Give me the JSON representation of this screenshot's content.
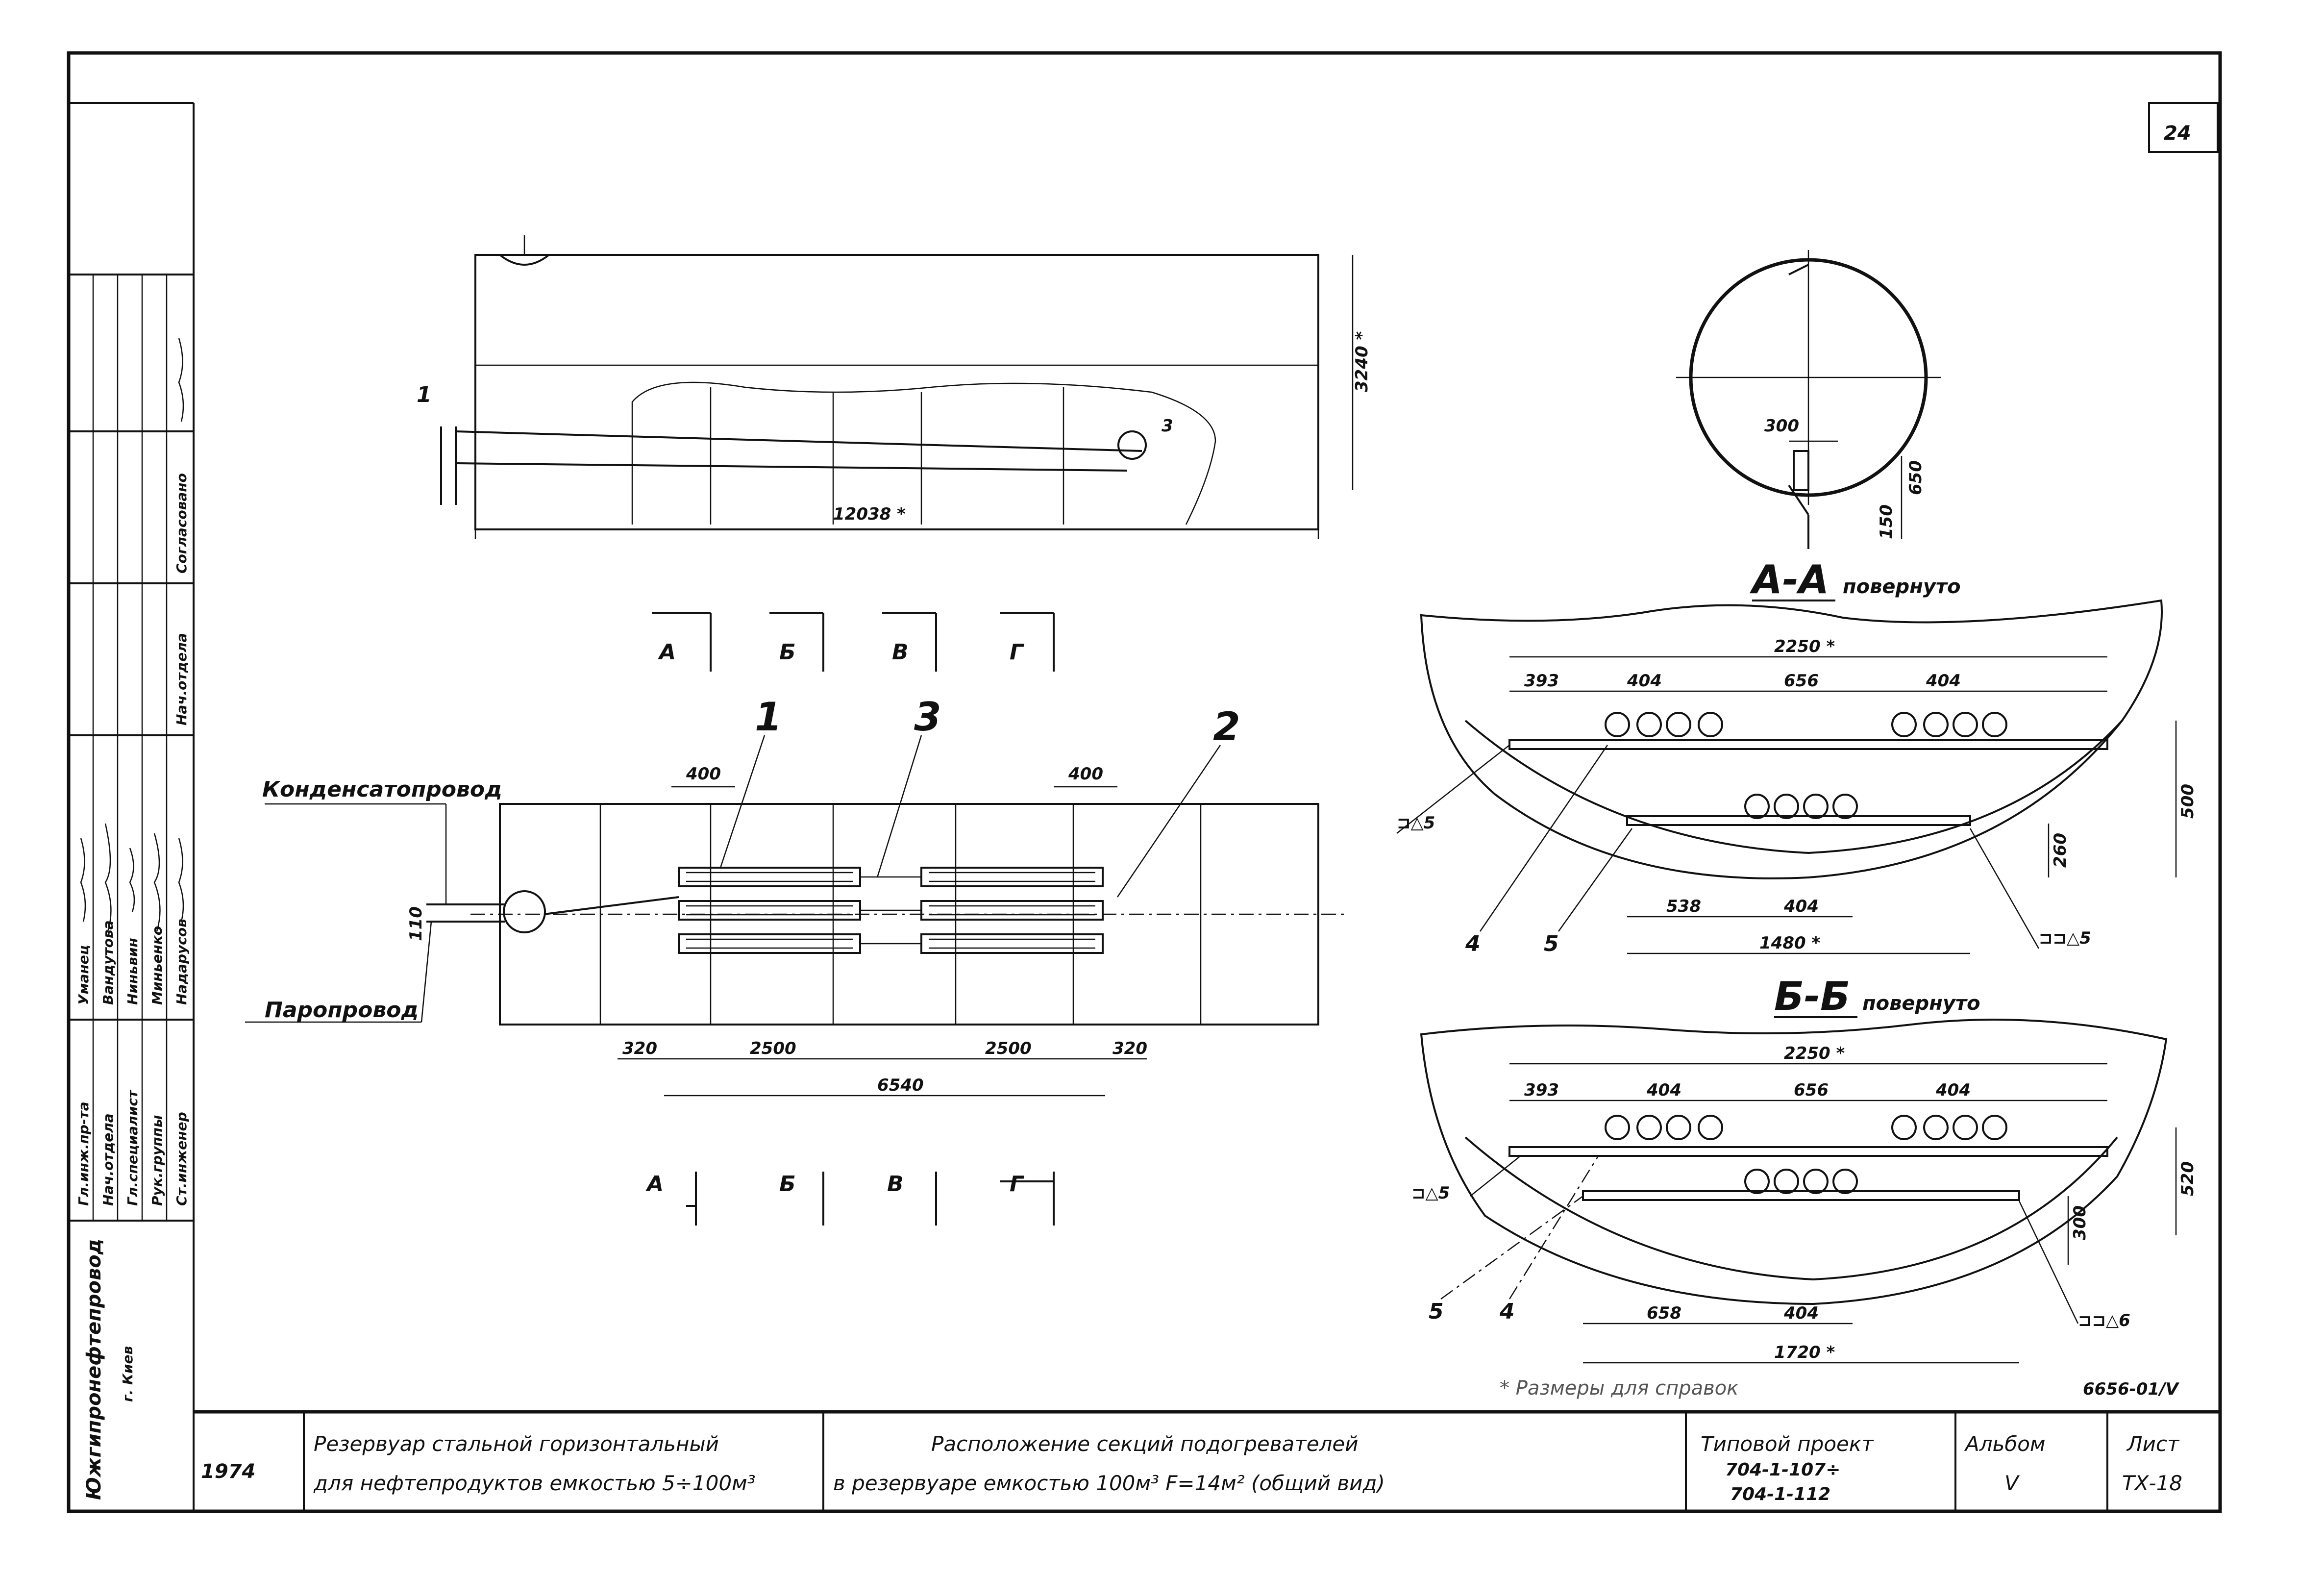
{
  "sheet": {
    "sheet_corner_number": "24",
    "footnote": "* Размеры для справок",
    "doc_code": "6656-01/Ⅴ"
  },
  "elevation_view": {
    "length_dim": "12038 *",
    "height_dim": "3240 *",
    "callout_1": "1",
    "callout_3": "3"
  },
  "plan_view": {
    "label_condensate": "Конденсатопровод",
    "label_steam": "Паропровод",
    "dim_110": "110",
    "dim_400_left": "400",
    "dim_400_right": "400",
    "dim_320_left": "320",
    "dim_2500_left": "2500",
    "dim_2500_right": "2500",
    "dim_320_right": "320",
    "dim_total": "6540",
    "callout_1": "1",
    "callout_2": "2",
    "callout_3": "3",
    "section_marks_top": [
      "А",
      "Б",
      "В",
      "Г"
    ],
    "section_marks_bottom": [
      "А",
      "Б",
      "В",
      "Г"
    ]
  },
  "circle_view": {
    "dim_300": "300",
    "dim_650": "650",
    "dim_150": "150"
  },
  "section_aa": {
    "title": "А-А",
    "subtitle": "повернуто",
    "dim_overall": "2250 *",
    "dim_393": "393",
    "dim_404a": "404",
    "dim_656": "656",
    "dim_404b": "404",
    "dim_500": "500",
    "dim_260": "260",
    "dim_538": "538",
    "dim_404c": "404",
    "dim_1480": "1480 *",
    "callout_4": "4",
    "callout_5": "5",
    "weld_left": "⊐△5",
    "weld_right": "⊐⊐△5"
  },
  "section_bb": {
    "title": "Б-Б",
    "subtitle": "повернуто",
    "dim_overall": "2250 *",
    "dim_393": "393",
    "dim_404a": "404",
    "dim_656": "656",
    "dim_404b": "404",
    "dim_520": "520",
    "dim_300": "300",
    "dim_658": "658",
    "dim_404c": "404",
    "dim_1720": "1720 *",
    "weld_left": "⊐△5",
    "weld_right": "⊐⊐△6",
    "callout_a": "5",
    "callout_b": "4"
  },
  "side_stamp": {
    "org": "Южгипронефтепровод",
    "city": "г. Киев",
    "roles": [
      "Гл.инж.пр-та",
      "Нач.отдела",
      "Гл.специалист",
      "Рук.группы",
      "Ст.инженер"
    ],
    "names": [
      "Уманец",
      "Вандутова",
      "Ниньвин",
      "Миньенко",
      "Надарусов"
    ],
    "approval_labels": [
      "Согласовано",
      "Нач.отдела"
    ]
  },
  "title_block": {
    "year": "1974",
    "object_line1": "Резервуар стальной горизонтальный",
    "object_line2": "для нефтепродуктов емкостью 5÷100м³",
    "sheet_title_line1": "Расположение секций подогревателей",
    "sheet_title_line2": "в резервуаре емкостью 100м³ F=14м² (общий вид)",
    "project_label": "Типовой проект",
    "project_no_1": "704-1-107÷",
    "project_no_2": "704-1-112",
    "album_label": "Альбом",
    "album_value": "Ⅴ",
    "sheet_label": "Лист",
    "sheet_value": "ТХ-18"
  }
}
